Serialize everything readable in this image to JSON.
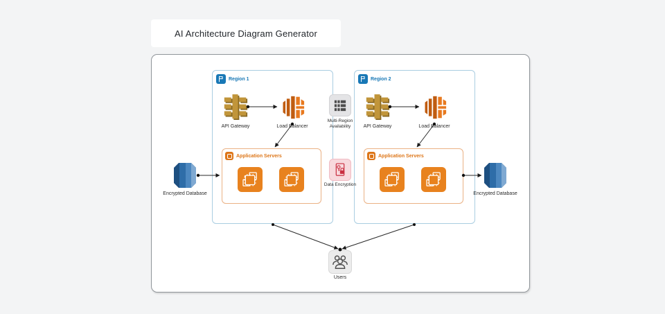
{
  "app": {
    "title": "AI Architecture Diagram Generator"
  },
  "regions": [
    {
      "id": "region-1",
      "label": "Region 1",
      "api_gateway_label": "API Gateway",
      "load_balancer_label": "Load Balancer",
      "app_group_label": "Application Servers",
      "server_count": 2
    },
    {
      "id": "region-2",
      "label": "Region 2",
      "api_gateway_label": "API Gateway",
      "load_balancer_label": "Load Balancer",
      "app_group_label": "Application Servers",
      "server_count": 2
    }
  ],
  "hub": {
    "multi_region_label": "Multi-Region Availability",
    "data_encryption_label": "Data Encryption"
  },
  "databases": {
    "left_label": "Encrypted Database",
    "right_label": "Encrypted Database"
  },
  "users": {
    "label": "Users"
  },
  "edges": [
    {
      "from": "api-gateway-1",
      "to": "load-balancer-1"
    },
    {
      "from": "load-balancer-1",
      "to": "application-servers-1"
    },
    {
      "from": "encrypted-database-left",
      "to": "application-servers-1"
    },
    {
      "from": "api-gateway-2",
      "to": "load-balancer-2"
    },
    {
      "from": "load-balancer-2",
      "to": "application-servers-2"
    },
    {
      "from": "application-servers-2",
      "to": "encrypted-database-right"
    },
    {
      "from": "region-1",
      "to": "users"
    },
    {
      "from": "region-2",
      "to": "users"
    }
  ],
  "colors": {
    "background": "#f3f4f5",
    "region_accent": "#1878b6",
    "region_border": "#a9cde1",
    "app_accent": "#dd7517",
    "app_border": "#eab184",
    "gateway_gold": "#c1953a",
    "load_balancer_orange": "#e8791f",
    "server_orange": "#e8821e",
    "database_blue": "#2e6da8",
    "encryption_red": "#c92f41",
    "encryption_bg": "#f8d9dd",
    "neutral_icon_bg": "#e4e4e6",
    "edge": "#222222"
  }
}
